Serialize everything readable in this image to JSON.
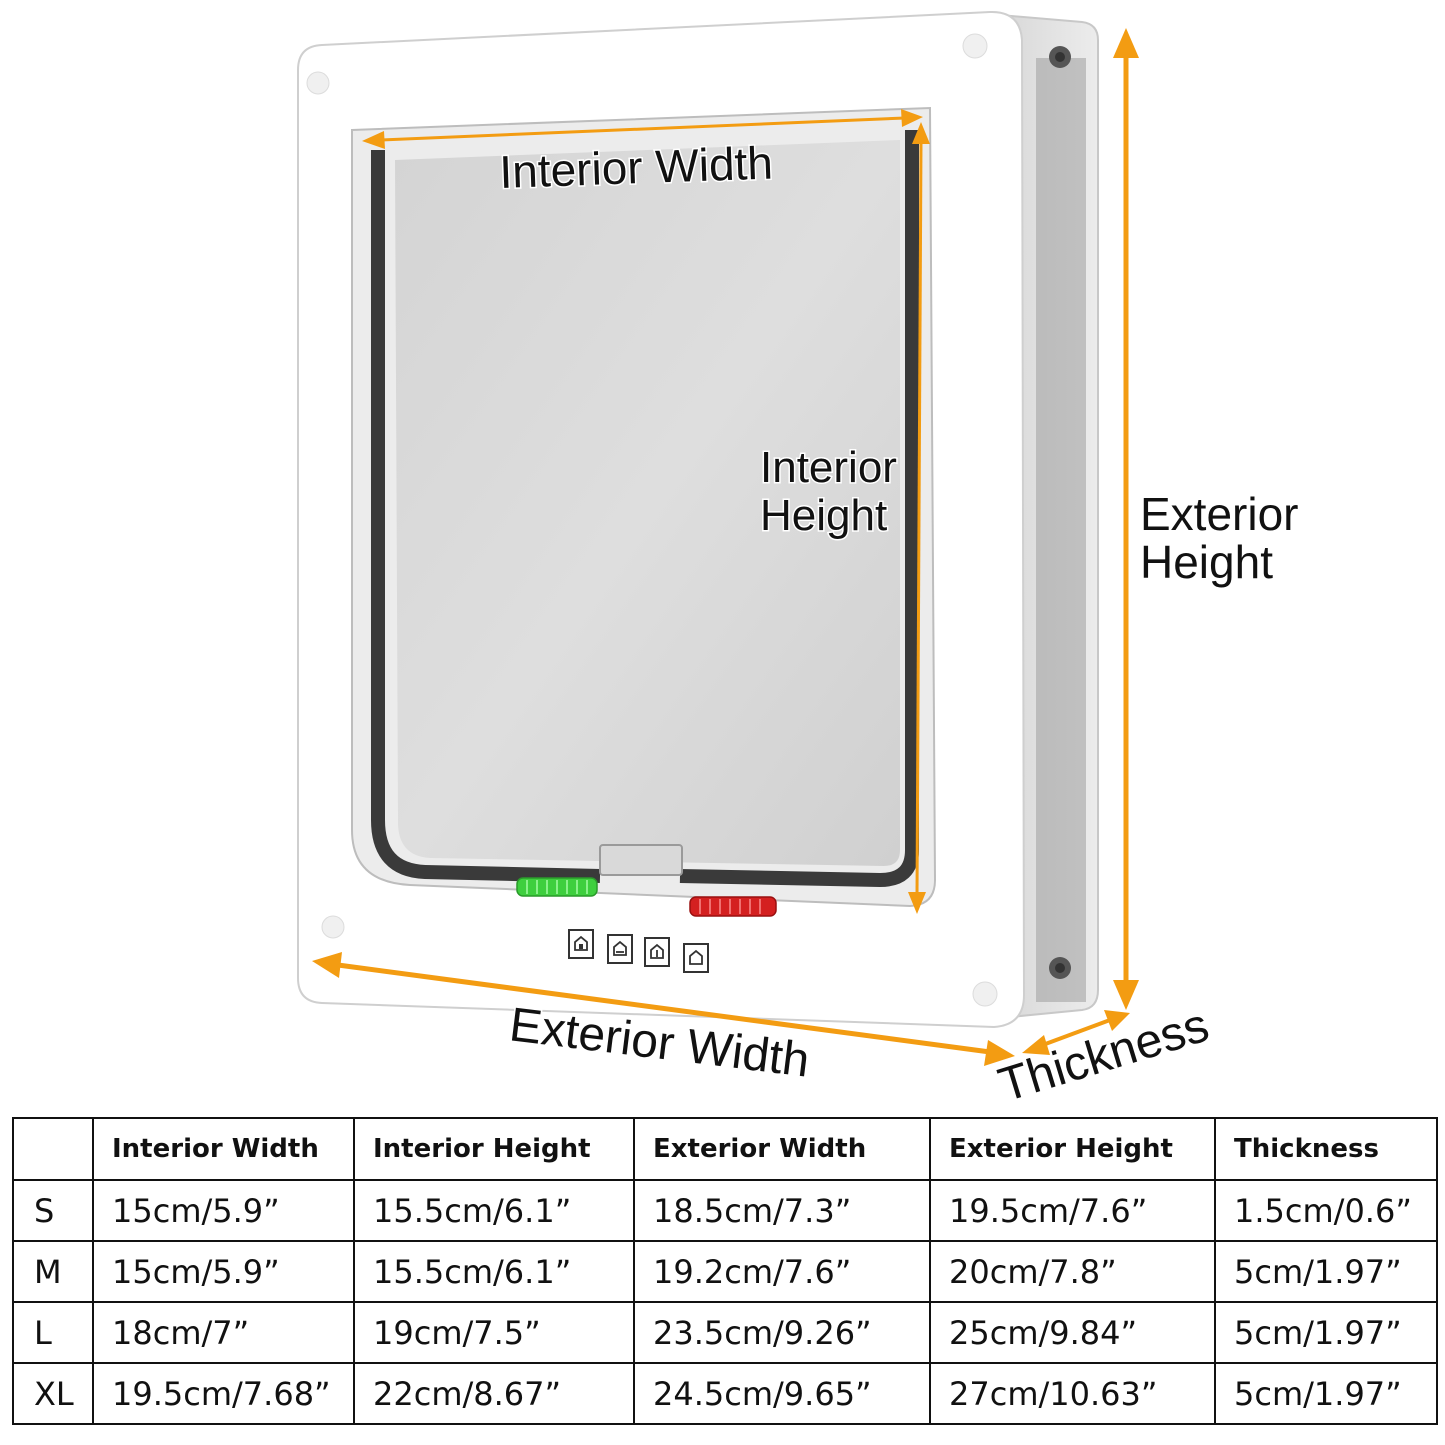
{
  "labels": {
    "interior_width": "Interior Width",
    "interior_height_line1": "Interior",
    "interior_height_line2": "Height",
    "exterior_height_line1": "Exterior",
    "exterior_height_line2": "Height",
    "exterior_width": "Exterior Width",
    "thickness": "Thickness"
  },
  "icons": [
    "lock-in-out-icon",
    "exit-only-icon",
    "entry-only-icon",
    "open-both-icon"
  ],
  "colors": {
    "arrow": "#f39c12",
    "flap_frame": "#ffffff",
    "brush_seal": "#3a3a3a",
    "green_lever": "#3ecf3e",
    "red_lever": "#d42020"
  },
  "table": {
    "headers": [
      "",
      "Interior Width",
      "Interior Height",
      "Exterior Width",
      "Exterior Height",
      "Thickness"
    ],
    "rows": [
      [
        "S",
        "15cm/5.9”",
        "15.5cm/6.1”",
        "18.5cm/7.3”",
        "19.5cm/7.6”",
        "1.5cm/0.6”"
      ],
      [
        "M",
        "15cm/5.9”",
        "15.5cm/6.1”",
        "19.2cm/7.6”",
        "20cm/7.8”",
        "5cm/1.97”"
      ],
      [
        "L",
        "18cm/7”",
        "19cm/7.5”",
        "23.5cm/9.26”",
        "25cm/9.84”",
        "5cm/1.97”"
      ],
      [
        "XL",
        "19.5cm/7.68”",
        "22cm/8.67”",
        "24.5cm/9.65”",
        "27cm/10.63”",
        "5cm/1.97”"
      ]
    ]
  }
}
